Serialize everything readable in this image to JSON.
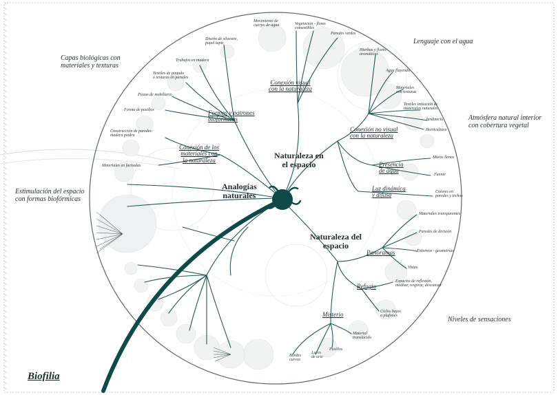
{
  "title": "Biofilia",
  "side_labels": {
    "capas": "Capas biológicas con\nmateriales y texturas",
    "lenguaje": "Lenguaje con el agua",
    "atmosfera": "Atmósfera natural interior\ncon cobertura vegetal",
    "estimulacion": "Estimulación del espacio\ncon formas biofórmicas",
    "niveles": "Niveles de sensaciones"
  },
  "main_nodes": {
    "naturaleza_en": "Naturaleza en\nel espacio",
    "analogias": "Analogías\nnaturales",
    "naturaleza_del": "Naturaleza del\nespacio"
  },
  "categories": {
    "conexion_visual": "Conexión visual\ncon la naturaleza",
    "conexion_no_visual": "Conexión no visual\ncon la naturaleza",
    "presencia_agua": "Presencia\nde agua",
    "luz": "Luz dinámica\ny difusa",
    "formas": "Formas y patrones\nbiofórmicos",
    "conexion_materiales": "Conexión de los\nmateriales con\nla naturaleza",
    "panoramas": "Panoramas",
    "refugio": "Refugio",
    "misterio": "Misterio"
  },
  "leaves": {
    "movimiento": "Movimiento de\ncuerpo de agua",
    "vegetacion": "Vegetación - flores\ncomestibles",
    "paredes_verdes": "Paredes verdes",
    "diseno_silvestre": "Diseño de silvestre,\npapel tapiz",
    "trabajos_madera": "Trabajos en madera",
    "textiles_pintado": "Textiles de pintado\no texturas en paredes",
    "piezas_mobiliario": "Piezas de mobiliario",
    "forma_pasillos": "Forma de pasillos",
    "construccion": "Construcción de paredes:\nmadera piedra",
    "materiales_fachadas": "Materiales en fachadas",
    "hierbas": "Hierbas y flores\naromáticas",
    "agua_fluyendo": "Agua fluyendo",
    "materiales_texturas": "Materiales\ncon texturas",
    "textiles_imitacion": "Textiles imitación de\nmateriales naturales",
    "jardineria": "Jardinería",
    "horticultura": "Horticultura",
    "muros_llenos": "Muros llenos",
    "fuente": "Fuente",
    "colores_paredes": "Colores en\nparedes y techos",
    "materiales_transparentes": "Materiales transparentes",
    "paredes_division": "Paredes de división",
    "entornos": "Entornos - geometrías",
    "vistas": "Vistas",
    "espacios_reflexion": "Espacios de reflexión,\nmeditar, respirar, descansar",
    "cielos_bajos": "Cielos bajos\no plafones",
    "material_translucido": "Material\ntranslúcido",
    "pasillos": "Pasillos",
    "luces_arte": "Luces\nde arte",
    "bordes_curvos": "Bordes\ncurvos"
  },
  "colors": {
    "branch": "#1f5a57",
    "trunk": "#0f4a48",
    "circle": "#5a6a6a",
    "text": "#1d2b2e"
  }
}
